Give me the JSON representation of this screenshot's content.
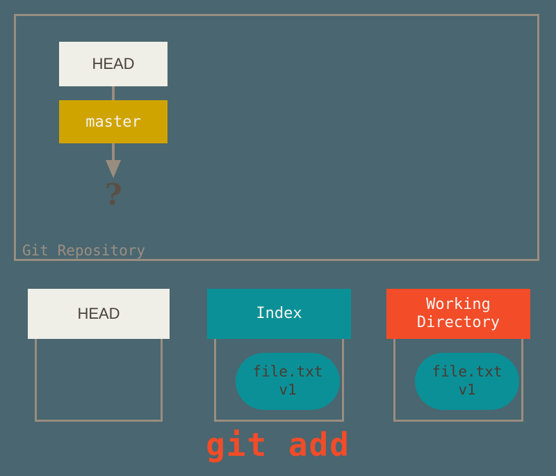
{
  "diagram": {
    "title_caption": "git add",
    "background_color": "#4a6670",
    "repository": {
      "label": "Git Repository",
      "border_color": "#998d80",
      "nodes": [
        {
          "label": "HEAD",
          "fill": "#efefe7",
          "text_color": "#4a4038"
        },
        {
          "label": "master",
          "fill": "#d0a400",
          "text_color": "#f2f2ee"
        }
      ],
      "unknown_commit": "?",
      "connector_color": "#998d80"
    },
    "panels": [
      {
        "title": "HEAD",
        "header_fill": "#efefe7",
        "header_text_color": "#4a4038",
        "contents": []
      },
      {
        "title": "Index",
        "header_fill": "#0b9097",
        "header_text_color": "#f4f4ef",
        "contents": [
          {
            "name": "file.txt",
            "version": "v1",
            "fill": "#0b9097"
          }
        ]
      },
      {
        "title_line1": "Working",
        "title_line2": "Directory",
        "header_fill": "#f24c29",
        "header_text_color": "#f4f4ef",
        "contents": [
          {
            "name": "file.txt",
            "version": "v1",
            "fill": "#0b9097"
          }
        ]
      }
    ]
  }
}
